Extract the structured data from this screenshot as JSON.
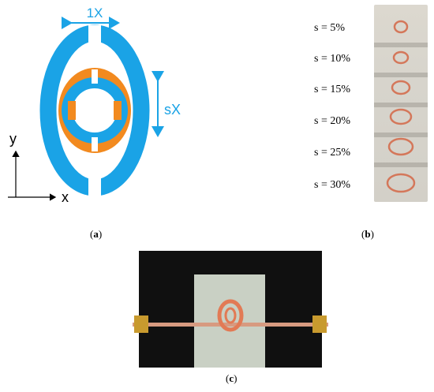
{
  "panel_a": {
    "width_label": "1X",
    "height_label": "sX",
    "axis_y": "y",
    "axis_x": "x",
    "colors": {
      "outer_ring": "#1aa3e6",
      "inner_ring": "#f28a1f",
      "arrow": "#1aa3e6"
    }
  },
  "panel_b": {
    "labels": [
      "s = 5%",
      "s = 10%",
      "s = 15%",
      "s = 20%",
      "s = 25%",
      "s = 30%"
    ]
  },
  "captions": {
    "a": "a",
    "b": "b",
    "c": "c"
  }
}
